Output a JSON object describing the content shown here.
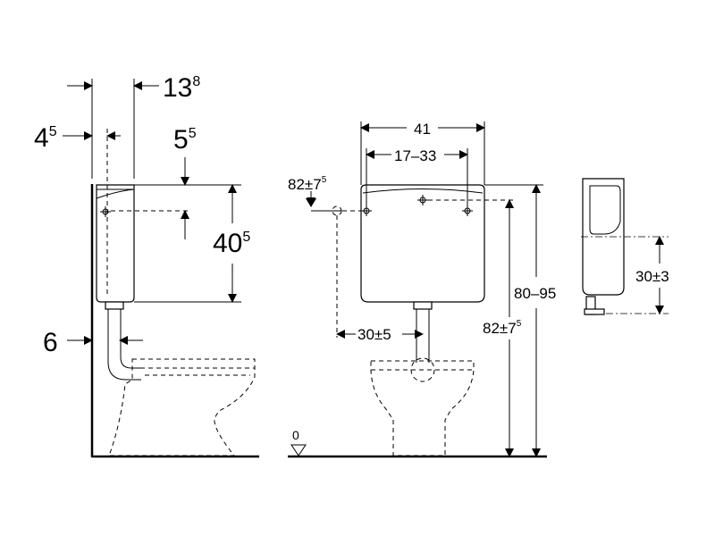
{
  "side_view": {
    "dim_offset_base": "4",
    "dim_offset_sup": "5",
    "dim_depth_base": "13",
    "dim_depth_sup": "8",
    "dim_top_base": "5",
    "dim_top_sup": "5",
    "dim_height_base": "40",
    "dim_height_sup": "5",
    "dim_pipe": "6"
  },
  "front_view": {
    "dim_width": "41",
    "dim_hole_spacing": "17–33",
    "dim_inlet_height_base": "82±7",
    "dim_inlet_height_sup": "5",
    "dim_pipe_offset": "30±5",
    "dim_total_range": "80–95",
    "dim_cistern_height_base": "82±7",
    "dim_cistern_height_sup": "5",
    "floor_level": "0"
  },
  "mount_view": {
    "dim_mount": "30±3"
  }
}
